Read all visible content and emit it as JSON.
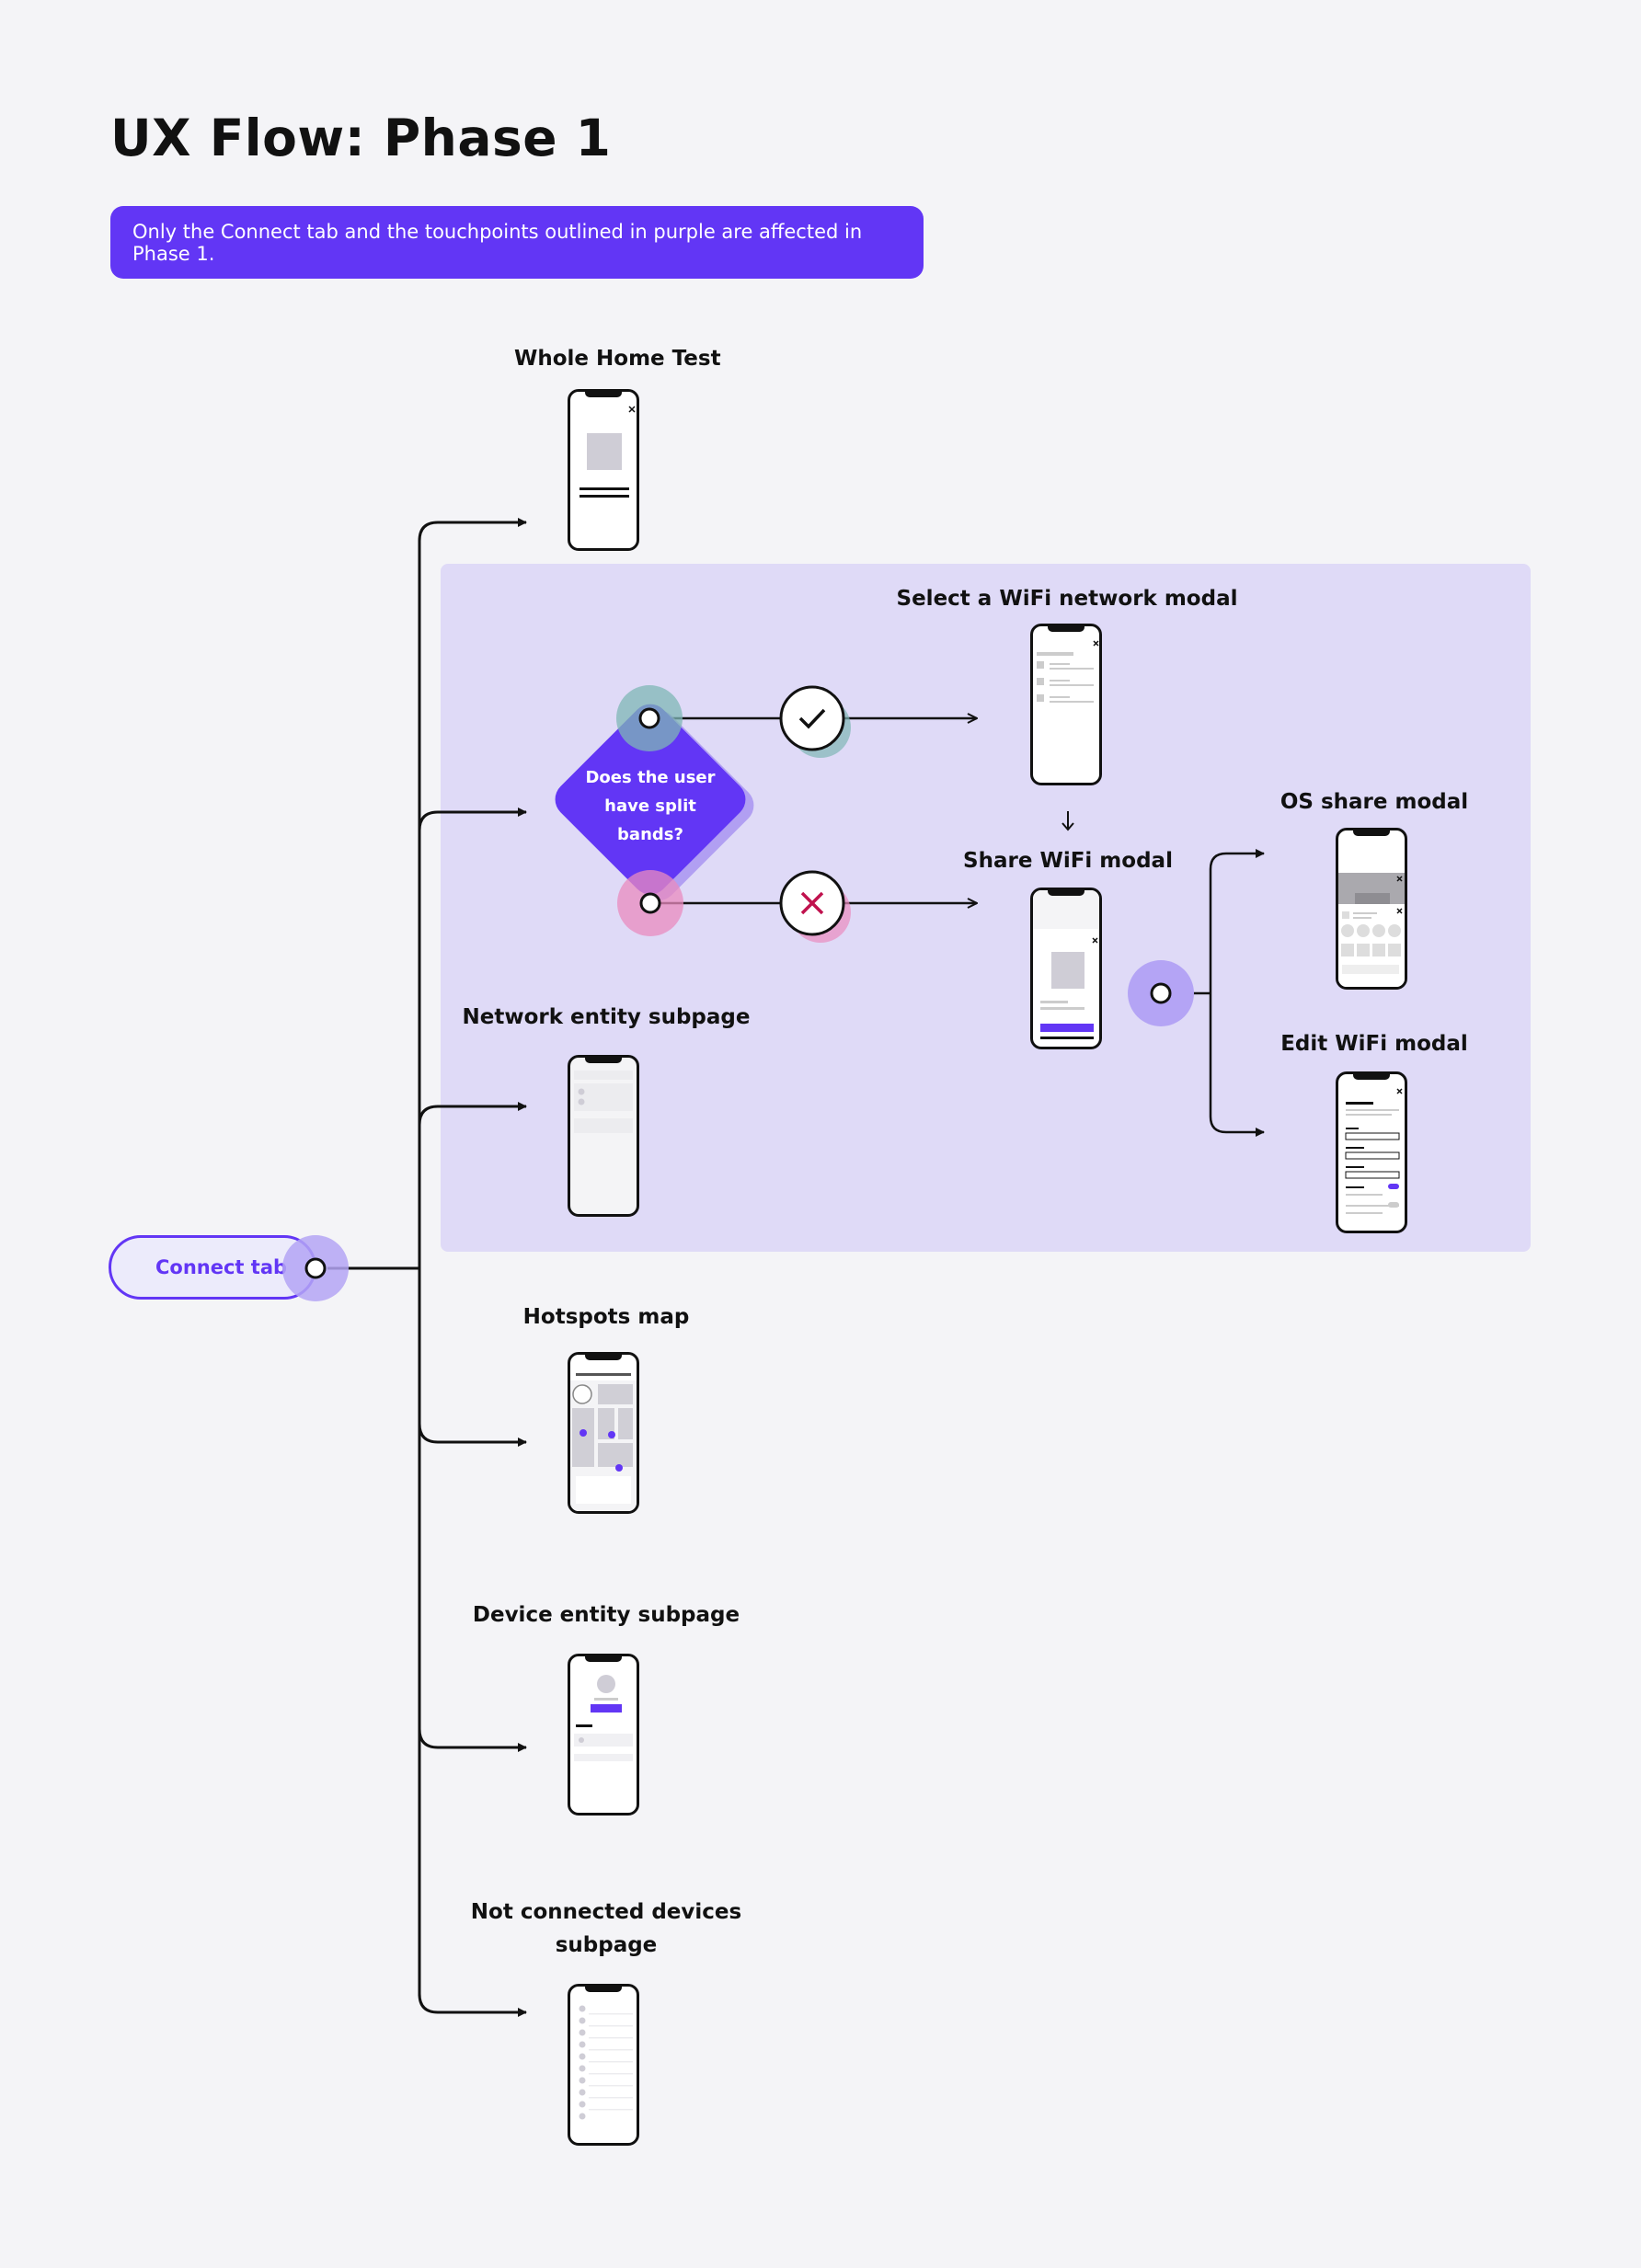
{
  "header": {
    "title": "UX Flow: Phase 1",
    "banner": "Only the Connect tab and the touchpoints outlined in purple are affected in Phase 1."
  },
  "entry": {
    "label": "Connect tab"
  },
  "decision": {
    "question": "Does the user have split bands?"
  },
  "screens": {
    "whole_home_test": "Whole Home Test",
    "select_wifi_modal": "Select a WiFi network modal",
    "share_wifi_modal": "Share WiFi modal",
    "os_share_modal": "OS share modal",
    "edit_wifi_modal": "Edit WiFi modal",
    "network_entity_subpage": "Network entity subpage",
    "hotspots_map": "Hotspots map",
    "device_entity_subpage": "Device entity subpage",
    "not_connected_line1": "Not connected devices",
    "not_connected_line2": "subpage"
  },
  "colors": {
    "accent": "#6236f5",
    "zone": "#dfdaf7",
    "yes": "#7fb7b5",
    "no": "#e98bbf",
    "no_mark": "#c0124e"
  },
  "icons": [
    "check-icon",
    "close-x-icon",
    "arrow-down-icon"
  ]
}
